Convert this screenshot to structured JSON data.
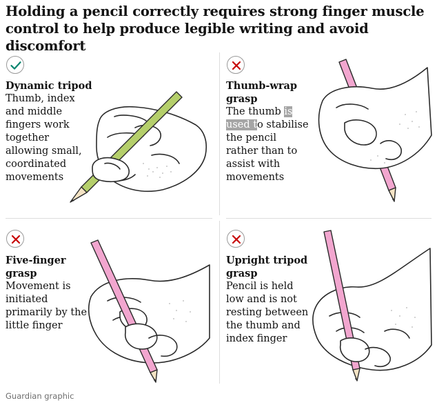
{
  "headline": "Holding a pencil correctly requires strong finger muscle control to help produce legible writing and avoid discomfort",
  "panels": [
    {
      "verdict": "correct",
      "icon": "checkmark-icon",
      "icon_color": "#00856f",
      "title": "Dynamic tripod",
      "description": "Thumb, index\nand middle\nfingers work\ntogether\nallowing small,\ncoordinated\nmovements",
      "pencil_color": "#b5cf6b"
    },
    {
      "verdict": "incorrect",
      "icon": "cross-icon",
      "icon_color": "#c70000",
      "title": "Thumb-wrap\ngrasp",
      "description_pre": "The thumb ",
      "description_hl1": "is",
      "description_mid": "\n",
      "description_hl2": "used t",
      "description_post": "o stabilise\nthe pencil\nrather than to\nassist with\nmovements",
      "pencil_color": "#f2a6cf"
    },
    {
      "verdict": "incorrect",
      "icon": "cross-icon",
      "icon_color": "#c70000",
      "title": "Five-finger\ngrasp",
      "description": "Movement is\ninitiated\nprimarily by the\nlittle finger",
      "pencil_color": "#f2a6cf"
    },
    {
      "verdict": "incorrect",
      "icon": "cross-icon",
      "icon_color": "#c70000",
      "title": "Upright tripod\ngrasp",
      "description": "Pencil is held\nlow and is not\nresting between\nthe thumb and\nindex finger",
      "pencil_color": "#f2a6cf"
    }
  ],
  "credit": "Guardian graphic"
}
